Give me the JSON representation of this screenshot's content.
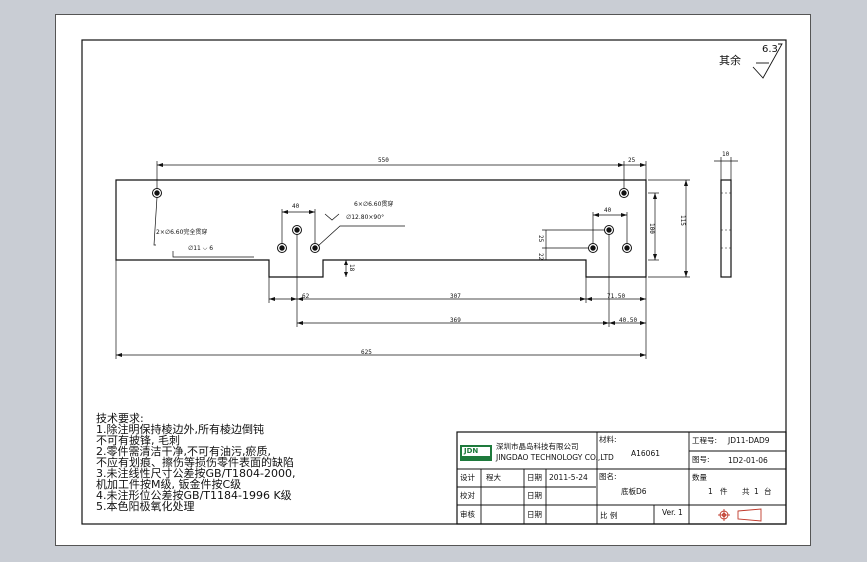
{
  "roughness": {
    "label": "其余",
    "value": "6.3"
  },
  "dimensions": {
    "overall_top": "550",
    "right_top": "25",
    "side_thickness": "10",
    "hole_group_left": "40",
    "hole_group_right": "40",
    "height_inner": "100",
    "height_total": "115",
    "vert_25": "25",
    "vert_22": "22",
    "notch_depth": "18",
    "bottom_62": "62",
    "bottom_307": "307",
    "bottom_71_50": "71.50",
    "bottom_369": "369",
    "bottom_40_50": "40.50",
    "overall_625": "625"
  },
  "callouts": {
    "hole_a_line1": "2×∅6.60完全贯穿",
    "hole_a_line2": "∅11 ⌵ 6",
    "hole_b_line1": "6×∅6.60贯穿",
    "hole_b_line2": "∅12.80×90°"
  },
  "notes": [
    "技术要求:",
    "1.除注明保持棱边外,所有棱边倒钝",
    "  不可有披锋, 毛刺",
    "2.零件需清洁干净,不可有油污,瘀质,",
    "  不应有划痕、擦伤等损伤零件表面的缺陷",
    "3.未注线性尺寸公差按GB/T1804-2000,",
    "  机加工件按M级, 钣金件按C级",
    "4.未注形位公差按GB/T1184-1996 K级",
    "5.本色阳极氧化处理"
  ],
  "title_block": {
    "logo_text": "JDN",
    "company_cn": "深圳市晶岛科技有限公司",
    "company_en": "JINGDAO TECHNOLOGY CO.,LTD",
    "material_label": "材料:",
    "material_value": "A16061",
    "project_no_label": "工程号:",
    "project_no_value": "JD11-DAD9",
    "drawing_no_label": "图号:",
    "drawing_no_value": "1D2-01-06",
    "design_label": "设计",
    "design_name": "程大",
    "date_label": "日期",
    "design_date": "2011-5-24",
    "check_label": "校对",
    "approve_label": "审核",
    "part_name_label": "图名:",
    "part_name_value": "底板D6",
    "qty_label": "数量",
    "qty_value": "1",
    "qty_unit": "件",
    "sets_label": "共",
    "sets_value": "1",
    "sets_unit": "台",
    "scale_label": "比 例",
    "version_label": "Ver.",
    "version_value": "1"
  },
  "colors": {
    "background": "#c9cdd4",
    "sheet": "#ffffff",
    "line": "#111111",
    "logo_green": "#1e7a3c"
  }
}
